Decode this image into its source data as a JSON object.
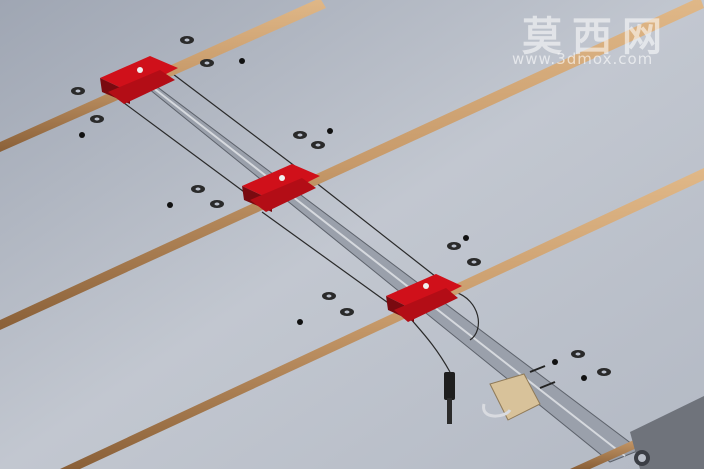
{
  "watermark": {
    "chinese": "莫西网",
    "url": "www.3dmox.com"
  },
  "colors": {
    "background": "#b9bfcb",
    "rod": "#c79a6a",
    "rod_dark": "#8a6038",
    "boom": "#a8adb8",
    "clamp": "#d0101a",
    "clamp_dark": "#7a0a10",
    "hardware": "#1a1a1a",
    "bracket": "#d8c29a"
  },
  "icons": [
    "antenna-element",
    "boom-bar",
    "element-clamp",
    "washer",
    "nut",
    "u-bolt-bracket",
    "feed-cable",
    "connector"
  ]
}
